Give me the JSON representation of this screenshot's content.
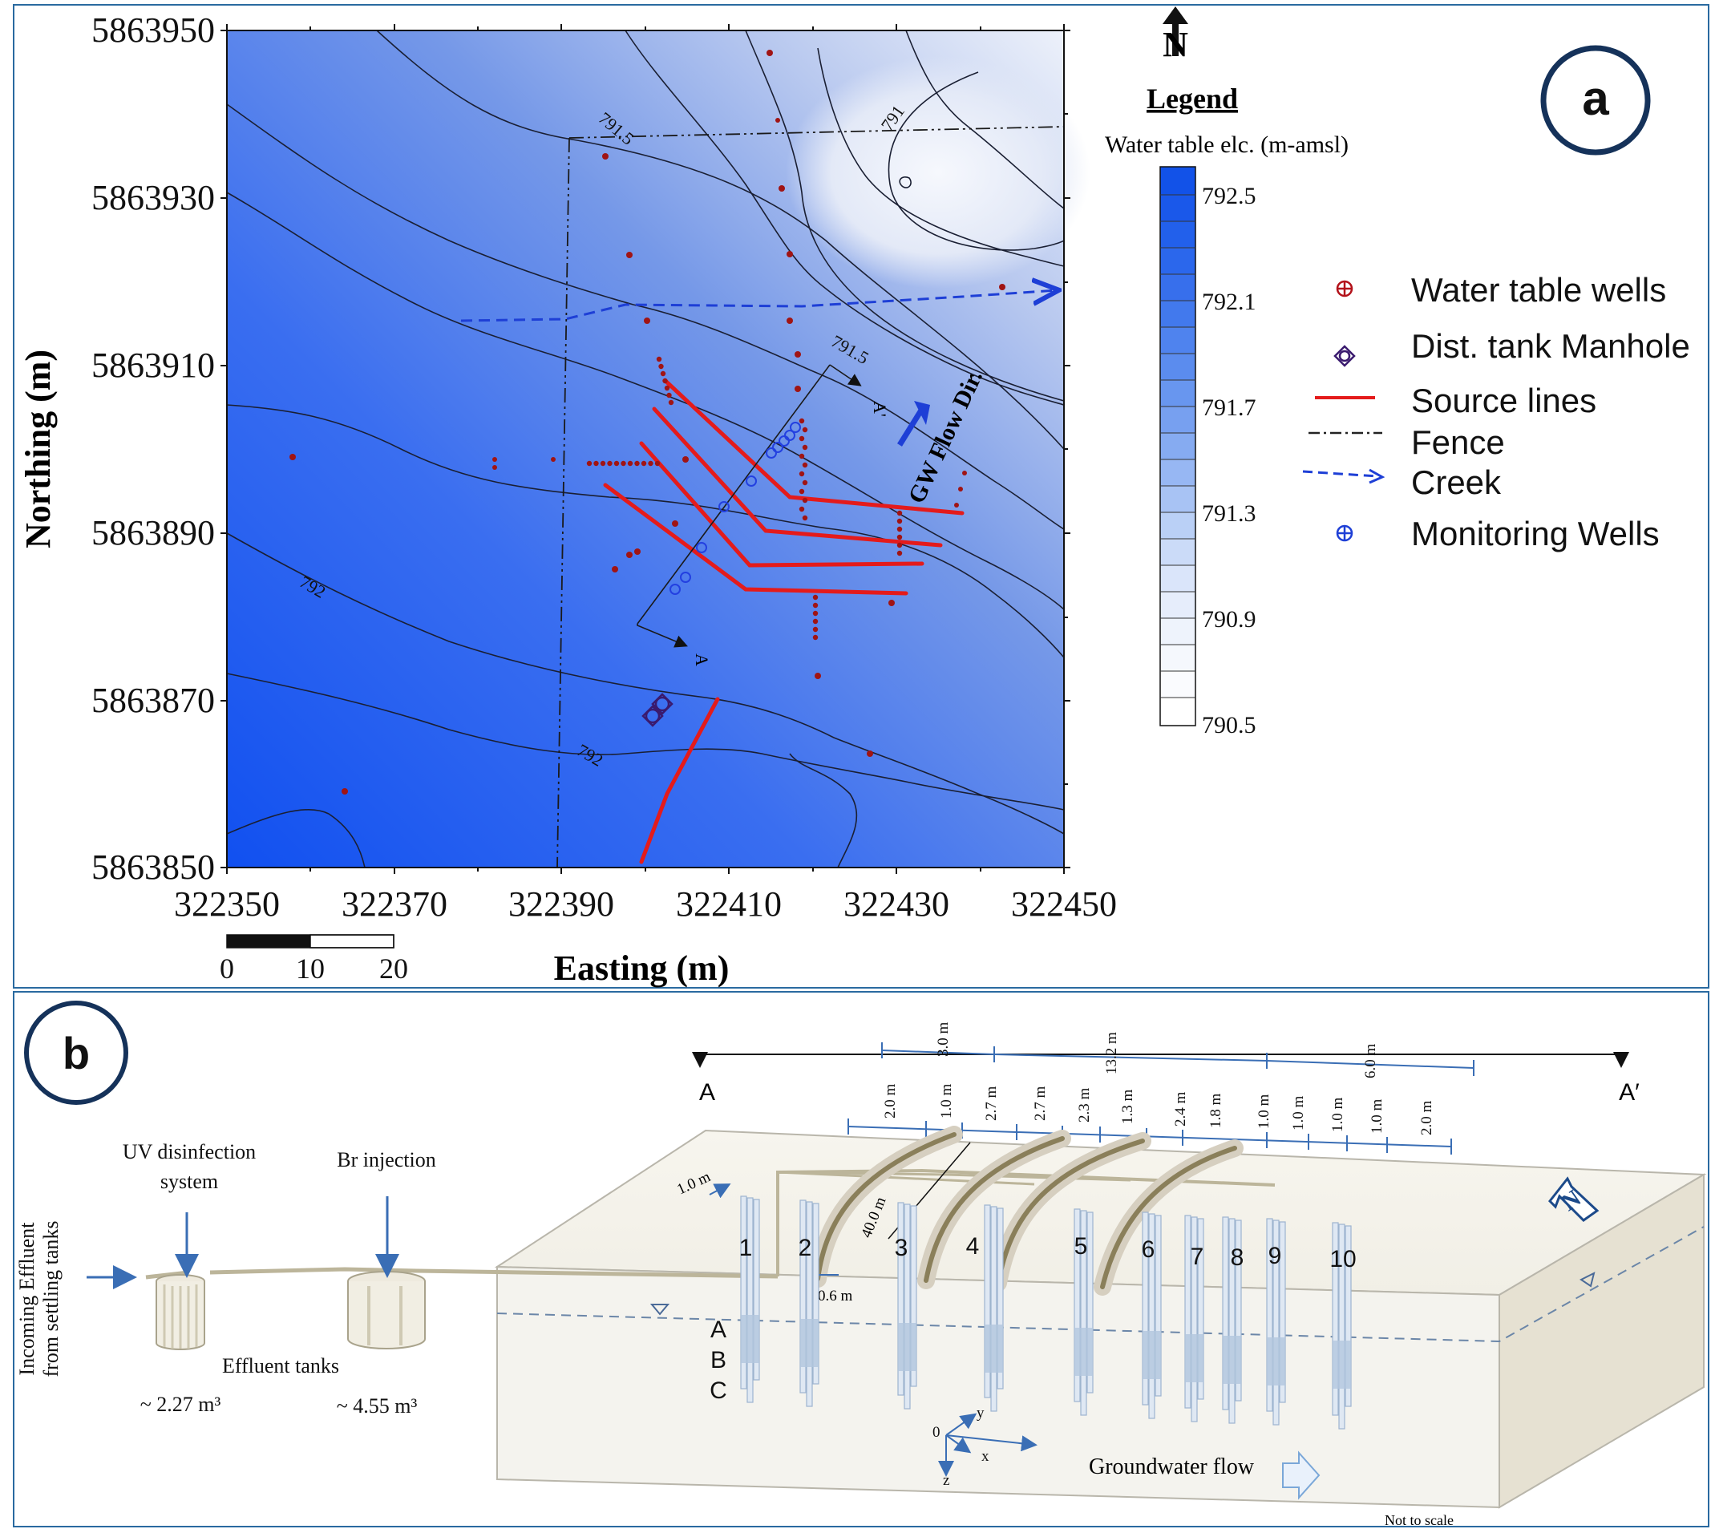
{
  "panel_a": {
    "badge": "a",
    "north_label": "N",
    "axes": {
      "x_label": "Easting (m)",
      "y_label": "Northing (m)",
      "x_ticks": [
        "322350",
        "322370",
        "322390",
        "322410",
        "322430",
        "322450"
      ],
      "y_ticks": [
        "5863950",
        "5863930",
        "5863910",
        "5863890",
        "5863870",
        "5863850"
      ]
    },
    "scale_bar": {
      "ticks": [
        "0",
        "10",
        "20"
      ]
    },
    "contour_labels": [
      "791.5",
      "791",
      "791.5",
      "792",
      "792"
    ],
    "section_labels": [
      "A'",
      "A"
    ],
    "flow_label": "GW Flow Dir.",
    "legend": {
      "title": "Legend",
      "colorbar_title": "Water table elc. (m-amsl)",
      "colorbar_ticks": [
        "792.5",
        "792.1",
        "791.7",
        "791.3",
        "790.9",
        "790.5"
      ],
      "items": [
        {
          "label": "Water table wells",
          "icon": "crosshair-circle-icon",
          "color": "#b3121a"
        },
        {
          "label": "Dist. tank Manhole",
          "icon": "diamond-circle-icon",
          "color": "#3a1a6e"
        },
        {
          "label": "Source lines",
          "icon": "red-line-icon",
          "color": "#e41b1b"
        },
        {
          "label": "Fence",
          "icon": "dash-dot-line-icon",
          "color": "#222222"
        },
        {
          "label": "Creek",
          "icon": "dashed-arrow-icon",
          "color": "#1e3fd6"
        },
        {
          "label": "Monitoring Wells",
          "icon": "crosshair-circle-icon",
          "color": "#1e3fd6"
        }
      ]
    },
    "colors": {
      "deep": "#1456ee",
      "mid": "#6d95ea",
      "light": "#f1f4fb",
      "source": "#e41b1b",
      "well": "#9a1414",
      "monitor": "#2340e0"
    }
  },
  "panel_b": {
    "badge": "b",
    "section_ends": [
      "A",
      "A′"
    ],
    "left_labels": {
      "incoming": "Incoming Effluent",
      "incoming2": "from settling tanks",
      "uv": "UV disinfection",
      "uv2": "system",
      "br": "Br injection",
      "tanks": "Effluent tanks",
      "tank1_vol": "~ 2.27 m³",
      "tank2_vol": "~ 4.55 m³"
    },
    "top_dims": [
      "3.0 m",
      "13.2 m",
      "6.0 m"
    ],
    "lower_dims": [
      "2.0 m",
      "1.0 m",
      "2.7 m",
      "2.7 m",
      "2.3 m",
      "1.3 m",
      "2.4 m",
      "1.8 m",
      "1.0 m",
      "1.0 m",
      "1.0 m",
      "1.0 m",
      "2.0 m"
    ],
    "misc_dims": {
      "spacing": "1.0 m",
      "length": "40.0 m",
      "width": "0.6 m"
    },
    "well_numbers": [
      "1",
      "2",
      "3",
      "4",
      "5",
      "6",
      "7",
      "8",
      "9",
      "10"
    ],
    "depth_levels": [
      "A",
      "B",
      "C"
    ],
    "axes_labels": {
      "origin": "0",
      "x": "x",
      "y": "y",
      "z": "z"
    },
    "flow_text": "Groundwater flow",
    "north": "N",
    "note": "Not to scale"
  }
}
